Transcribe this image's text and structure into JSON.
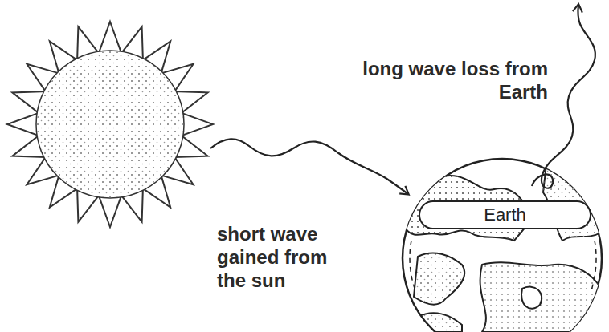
{
  "diagram": {
    "nodes": [
      {
        "text": [
          "Earth"
        ]
      }
    ],
    "labels": [
      "long wave loss from Earth",
      "short wave gained from the sun"
    ]
  }
}
